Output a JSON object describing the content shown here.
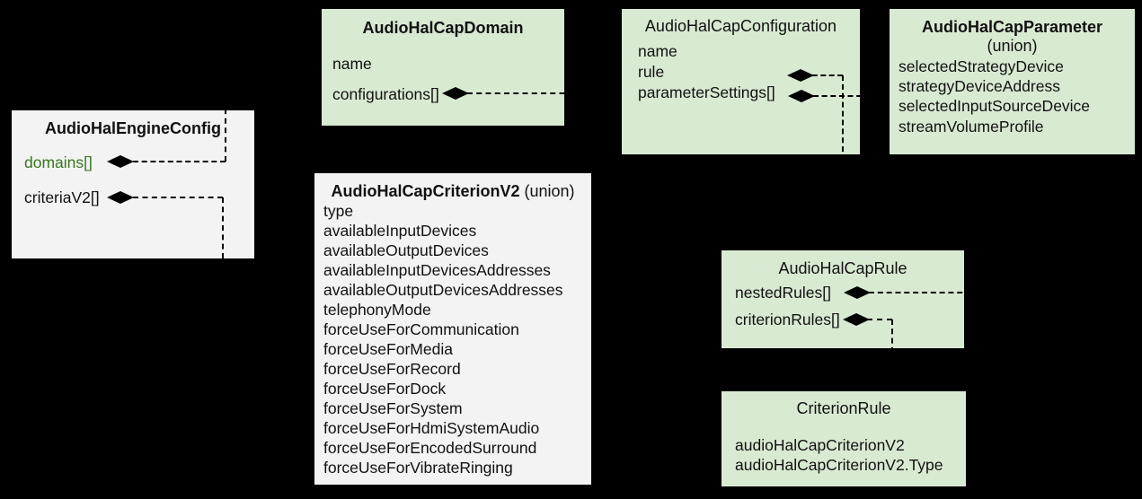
{
  "diagram": {
    "kind": "class-structure-diagram",
    "background_color": "#000000",
    "colors": {
      "box_green": "#d9ead3",
      "box_gray": "#f3f3f3",
      "connector": "#000000",
      "text": "#111111",
      "domains_field_green": "#38761d"
    },
    "boxes": {
      "engine_config": {
        "title": "AudioHalEngineConfig",
        "fields": [
          "domains[]",
          "criteriaV2[]"
        ]
      },
      "domain": {
        "title": "AudioHalCapDomain",
        "fields": [
          "name",
          "configurations[]"
        ]
      },
      "configuration": {
        "title": "AudioHalCapConfiguration",
        "fields": [
          "name",
          "rule",
          "parameterSettings[]"
        ]
      },
      "parameter": {
        "title": "AudioHalCapParameter",
        "subtitle": "(union)",
        "fields": [
          "selectedStrategyDevice",
          "strategyDeviceAddress",
          "selectedInputSourceDevice",
          "streamVolumeProfile"
        ]
      },
      "criterion_v2": {
        "title": "AudioHalCapCriterionV2",
        "subtitle": "(union)",
        "fields": [
          "type",
          "availableInputDevices",
          "availableOutputDevices",
          "availableInputDevicesAddresses",
          "availableOutputDevicesAddresses",
          "telephonyMode",
          "forceUseForCommunication",
          "forceUseForMedia",
          "forceUseForRecord",
          "forceUseForDock",
          "forceUseForSystem",
          "forceUseForHdmiSystemAudio",
          "forceUseForEncodedSurround",
          "forceUseForVibrateRinging"
        ]
      },
      "rule": {
        "title": "AudioHalCapRule",
        "fields": [
          "nestedRules[]",
          "criterionRules[]"
        ]
      },
      "criterion_rule": {
        "title": "CriterionRule",
        "fields": [
          "audioHalCapCriterionV2",
          "audioHalCapCriterionV2.Type"
        ]
      }
    }
  }
}
